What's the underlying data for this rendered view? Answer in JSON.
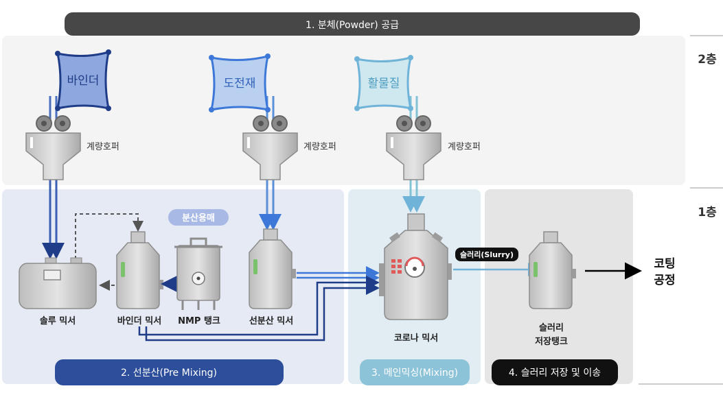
{
  "headers": {
    "powder_supply": "1. 분체(Powder) 공급",
    "pre_mixing": "2. 선분산(Pre Mixing)",
    "main_mixing": "3. 메인믹싱(Mixing)",
    "storage": "4. 슬러리 저장 및 이송"
  },
  "floors": {
    "second": "2층",
    "first": "1층"
  },
  "bags": [
    "바인더",
    "도전재",
    "활물질"
  ],
  "hopper_label": "계량호퍼",
  "solvent_label": "분산용매",
  "slurry_tag": "슬러리(Slurry)",
  "equipment": {
    "solution_mixer": "솔루 믹서",
    "binder_mixer": "바인더 믹서",
    "nmp_tank": "NMP 탱크",
    "pre_disp_mixer": "선분산 믹서",
    "corona_mixer": "코로나 믹서",
    "slurry_tank_line1": "슬러리",
    "slurry_tank_line2": "저장탱크"
  },
  "output": {
    "line1": "코팅",
    "line2": "공정"
  },
  "colors": {
    "binder": "#4a6fc0",
    "conductive": "#5b8fd8",
    "active": "#82c2d6",
    "navy": "#1f3c88",
    "header_dark": "#474747"
  }
}
